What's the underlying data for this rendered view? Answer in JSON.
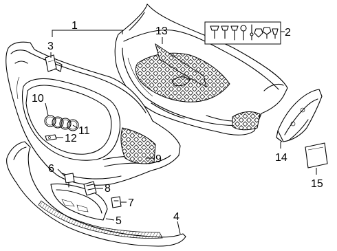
{
  "callouts": [
    {
      "id": "c1",
      "text": "1"
    },
    {
      "id": "c2",
      "text": "2"
    },
    {
      "id": "c3",
      "text": "3"
    },
    {
      "id": "c4",
      "text": "4"
    },
    {
      "id": "c5",
      "text": "5"
    },
    {
      "id": "c6",
      "text": "6"
    },
    {
      "id": "c7",
      "text": "7"
    },
    {
      "id": "c8",
      "text": "8"
    },
    {
      "id": "c9",
      "text": "9"
    },
    {
      "id": "c10",
      "text": "10"
    },
    {
      "id": "c11",
      "text": "11"
    },
    {
      "id": "c12",
      "text": "12"
    },
    {
      "id": "c13",
      "text": "13"
    },
    {
      "id": "c14",
      "text": "14"
    },
    {
      "id": "c15",
      "text": "15"
    }
  ]
}
